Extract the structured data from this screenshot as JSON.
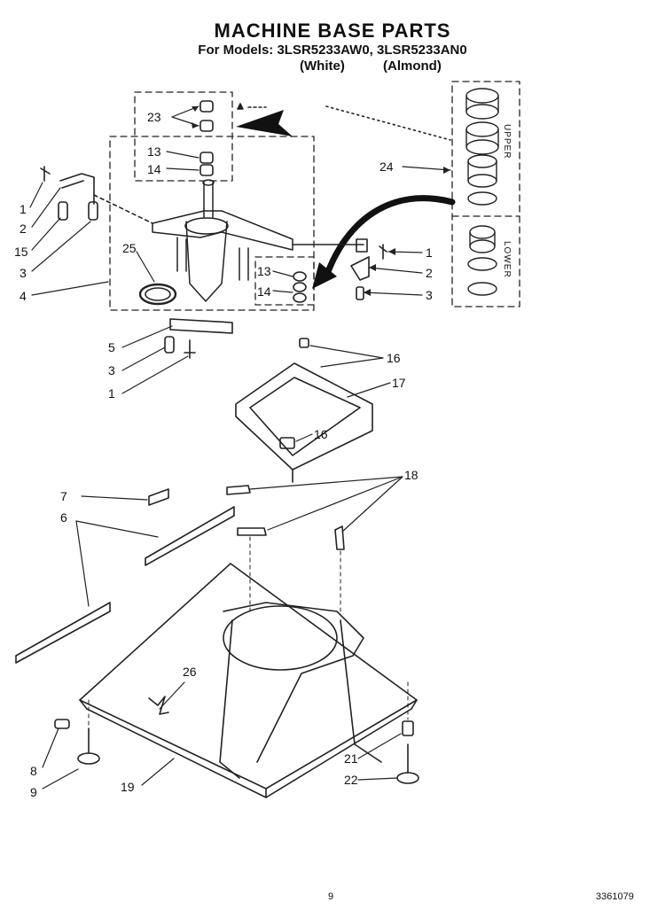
{
  "header": {
    "title": "MACHINE BASE PARTS",
    "models": "For Models: 3LSR5233AW0, 3LSR5233AN0",
    "color_white": "(White)",
    "color_almond": "(Almond)"
  },
  "callouts": {
    "c1a": "1",
    "c2a": "2",
    "c15": "15",
    "c3a": "3",
    "c4": "4",
    "c23": "23",
    "c13a": "13",
    "c14a": "14",
    "c25": "25",
    "c13b": "13",
    "c14b": "14",
    "c24": "24",
    "c1b": "1",
    "c2b": "2",
    "c3b": "3",
    "c5": "5",
    "c3c": "3",
    "c1c": "1",
    "c16a": "16",
    "c17": "17",
    "c16b": "16",
    "c7": "7",
    "c6": "6",
    "c18": "18",
    "c26": "26",
    "c8": "8",
    "c9": "9",
    "c19": "19",
    "c21": "21",
    "c22": "22"
  },
  "kit_labels": {
    "upper": "UPPER",
    "lower": "LOWER"
  },
  "footer": {
    "page": "9",
    "code": "3361079"
  }
}
